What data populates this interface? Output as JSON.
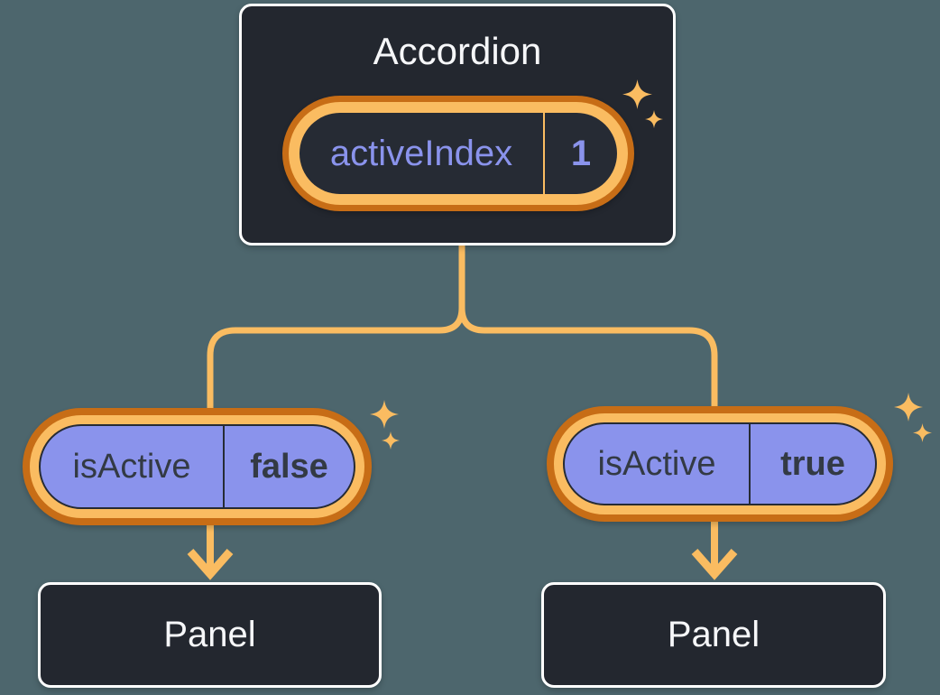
{
  "diagram": {
    "root": {
      "title": "Accordion",
      "pill": {
        "label": "activeIndex",
        "value": "1"
      }
    },
    "left": {
      "pill": {
        "label": "isActive",
        "value": "false"
      },
      "panel_label": "Panel"
    },
    "right": {
      "pill": {
        "label": "isActive",
        "value": "true"
      },
      "panel_label": "Panel"
    }
  },
  "colors": {
    "page_background": "#4d666d",
    "card_background": "#23272f",
    "card_border": "#ffffff",
    "card_text": "#f6f7f9",
    "orange_dark": "#c76d16",
    "orange_light": "#fabc61",
    "purple_fill": "#8a93ec",
    "purple_text": "#8a93ec",
    "dark_text": "#333a44",
    "state_pill_interior": "#262b34"
  },
  "icons": {
    "sparkle": "sparkle-icon",
    "arrow": "arrow-down-icon"
  }
}
